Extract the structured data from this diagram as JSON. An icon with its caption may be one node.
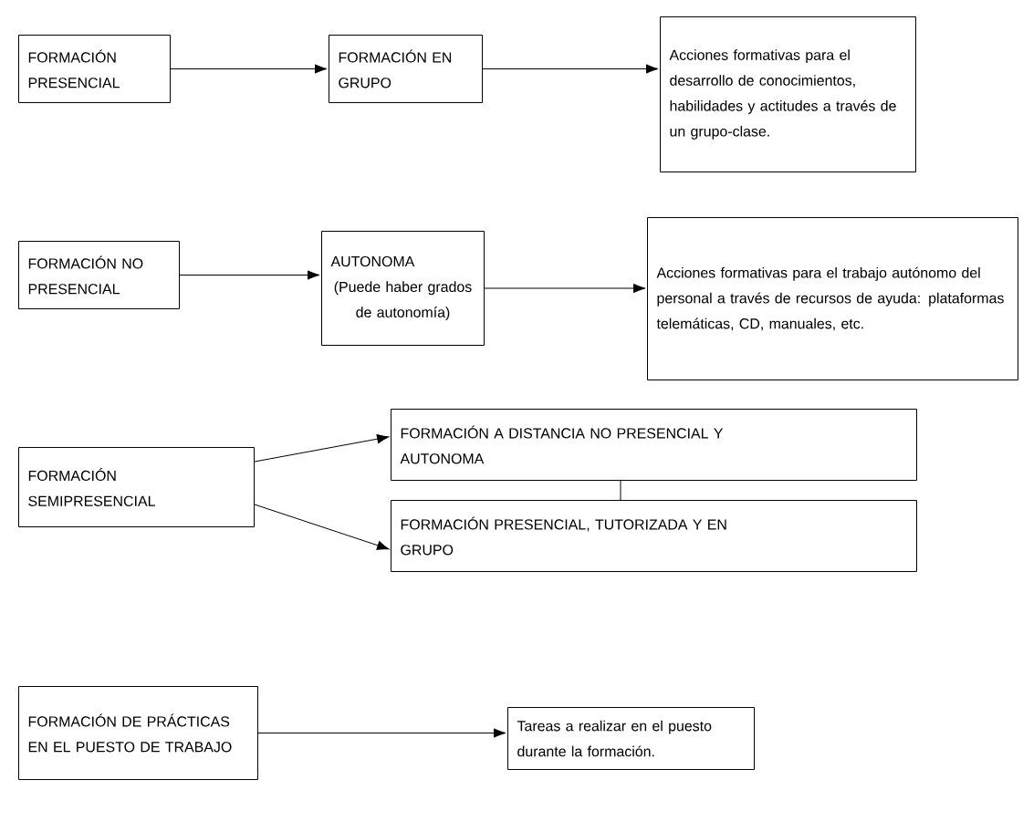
{
  "diagram": {
    "nodes": [
      {
        "text": [
          "FORMACIÓN PRESENCIAL"
        ]
      },
      {
        "text": [
          "FORMACIÓN EN GRUPO"
        ]
      },
      {
        "text": [
          "Acciones formativas para el desarrollo de conocimientos, habilidades y actitudes a través de un grupo-clase."
        ]
      },
      {
        "text": [
          "FORMACIÓN NO PRESENCIAL"
        ]
      },
      {
        "text": [
          "AUTONOMA",
          "(Puede haber grados de autonomía)"
        ]
      },
      {
        "text": [
          "Acciones formativas para el trabajo autónomo del personal a través de recursos de ayuda: plataformas telemáticas, CD, manuales, etc."
        ]
      },
      {
        "text": [
          "FORMACIÓN SEMIPRESENCIAL"
        ]
      },
      {
        "text": [
          "FORMACIÓN A DISTANCIA NO PRESENCIAL Y AUTONOMA"
        ]
      },
      {
        "text": [
          "FORMACIÓN PRESENCIAL, TUTORIZADA Y EN GRUPO"
        ]
      },
      {
        "text": [
          "FORMACIÓN DE PRÁCTICAS EN EL PUESTO DE TRABAJO"
        ]
      },
      {
        "text": [
          "Tareas a realizar en el puesto durante la formación."
        ]
      }
    ],
    "edges": [
      {
        "from": 0,
        "to": 1,
        "arrow": "to"
      },
      {
        "from": 1,
        "to": 2,
        "arrow": "to"
      },
      {
        "from": 3,
        "to": 4,
        "arrow": "to"
      },
      {
        "from": 4,
        "to": 5,
        "arrow": "to"
      },
      {
        "from": 6,
        "to": 7,
        "arrow": "to"
      },
      {
        "from": 6,
        "to": 8,
        "arrow": "to"
      },
      {
        "from": 7,
        "to": 8,
        "arrow": "none"
      },
      {
        "from": 9,
        "to": 10,
        "arrow": "to"
      }
    ]
  }
}
